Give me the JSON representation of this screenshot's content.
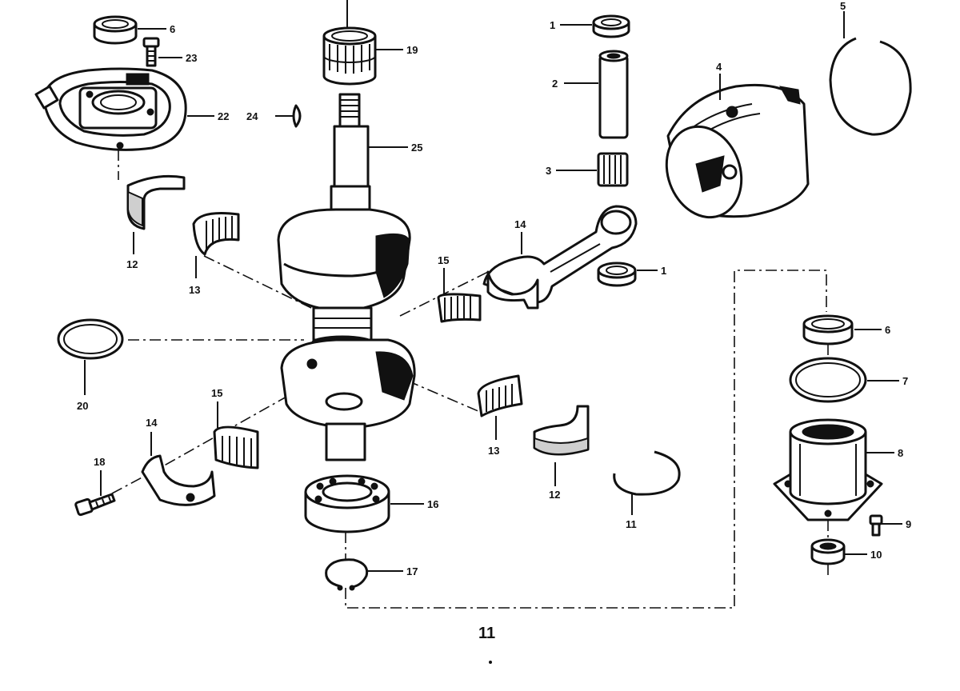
{
  "figure_number": "11",
  "callouts": [
    {
      "id": "c1a",
      "label": "1"
    },
    {
      "id": "c1b",
      "label": "1"
    },
    {
      "id": "c2",
      "label": "2"
    },
    {
      "id": "c3",
      "label": "3"
    },
    {
      "id": "c4",
      "label": "4"
    },
    {
      "id": "c5",
      "label": "5"
    },
    {
      "id": "c6a",
      "label": "6"
    },
    {
      "id": "c6b",
      "label": "6"
    },
    {
      "id": "c7",
      "label": "7"
    },
    {
      "id": "c8",
      "label": "8"
    },
    {
      "id": "c9",
      "label": "9"
    },
    {
      "id": "c10",
      "label": "10"
    },
    {
      "id": "c11",
      "label": "11"
    },
    {
      "id": "c12a",
      "label": "12"
    },
    {
      "id": "c12b",
      "label": "12"
    },
    {
      "id": "c13a",
      "label": "13"
    },
    {
      "id": "c13b",
      "label": "13"
    },
    {
      "id": "c14a",
      "label": "14"
    },
    {
      "id": "c14b",
      "label": "14"
    },
    {
      "id": "c15a",
      "label": "15"
    },
    {
      "id": "c15b",
      "label": "15"
    },
    {
      "id": "c16",
      "label": "16"
    },
    {
      "id": "c17",
      "label": "17"
    },
    {
      "id": "c18",
      "label": "18"
    },
    {
      "id": "c19",
      "label": "19"
    },
    {
      "id": "c20",
      "label": "20"
    },
    {
      "id": "c22",
      "label": "22"
    },
    {
      "id": "c23",
      "label": "23"
    },
    {
      "id": "c24",
      "label": "24"
    },
    {
      "id": "c25",
      "label": "25"
    }
  ]
}
